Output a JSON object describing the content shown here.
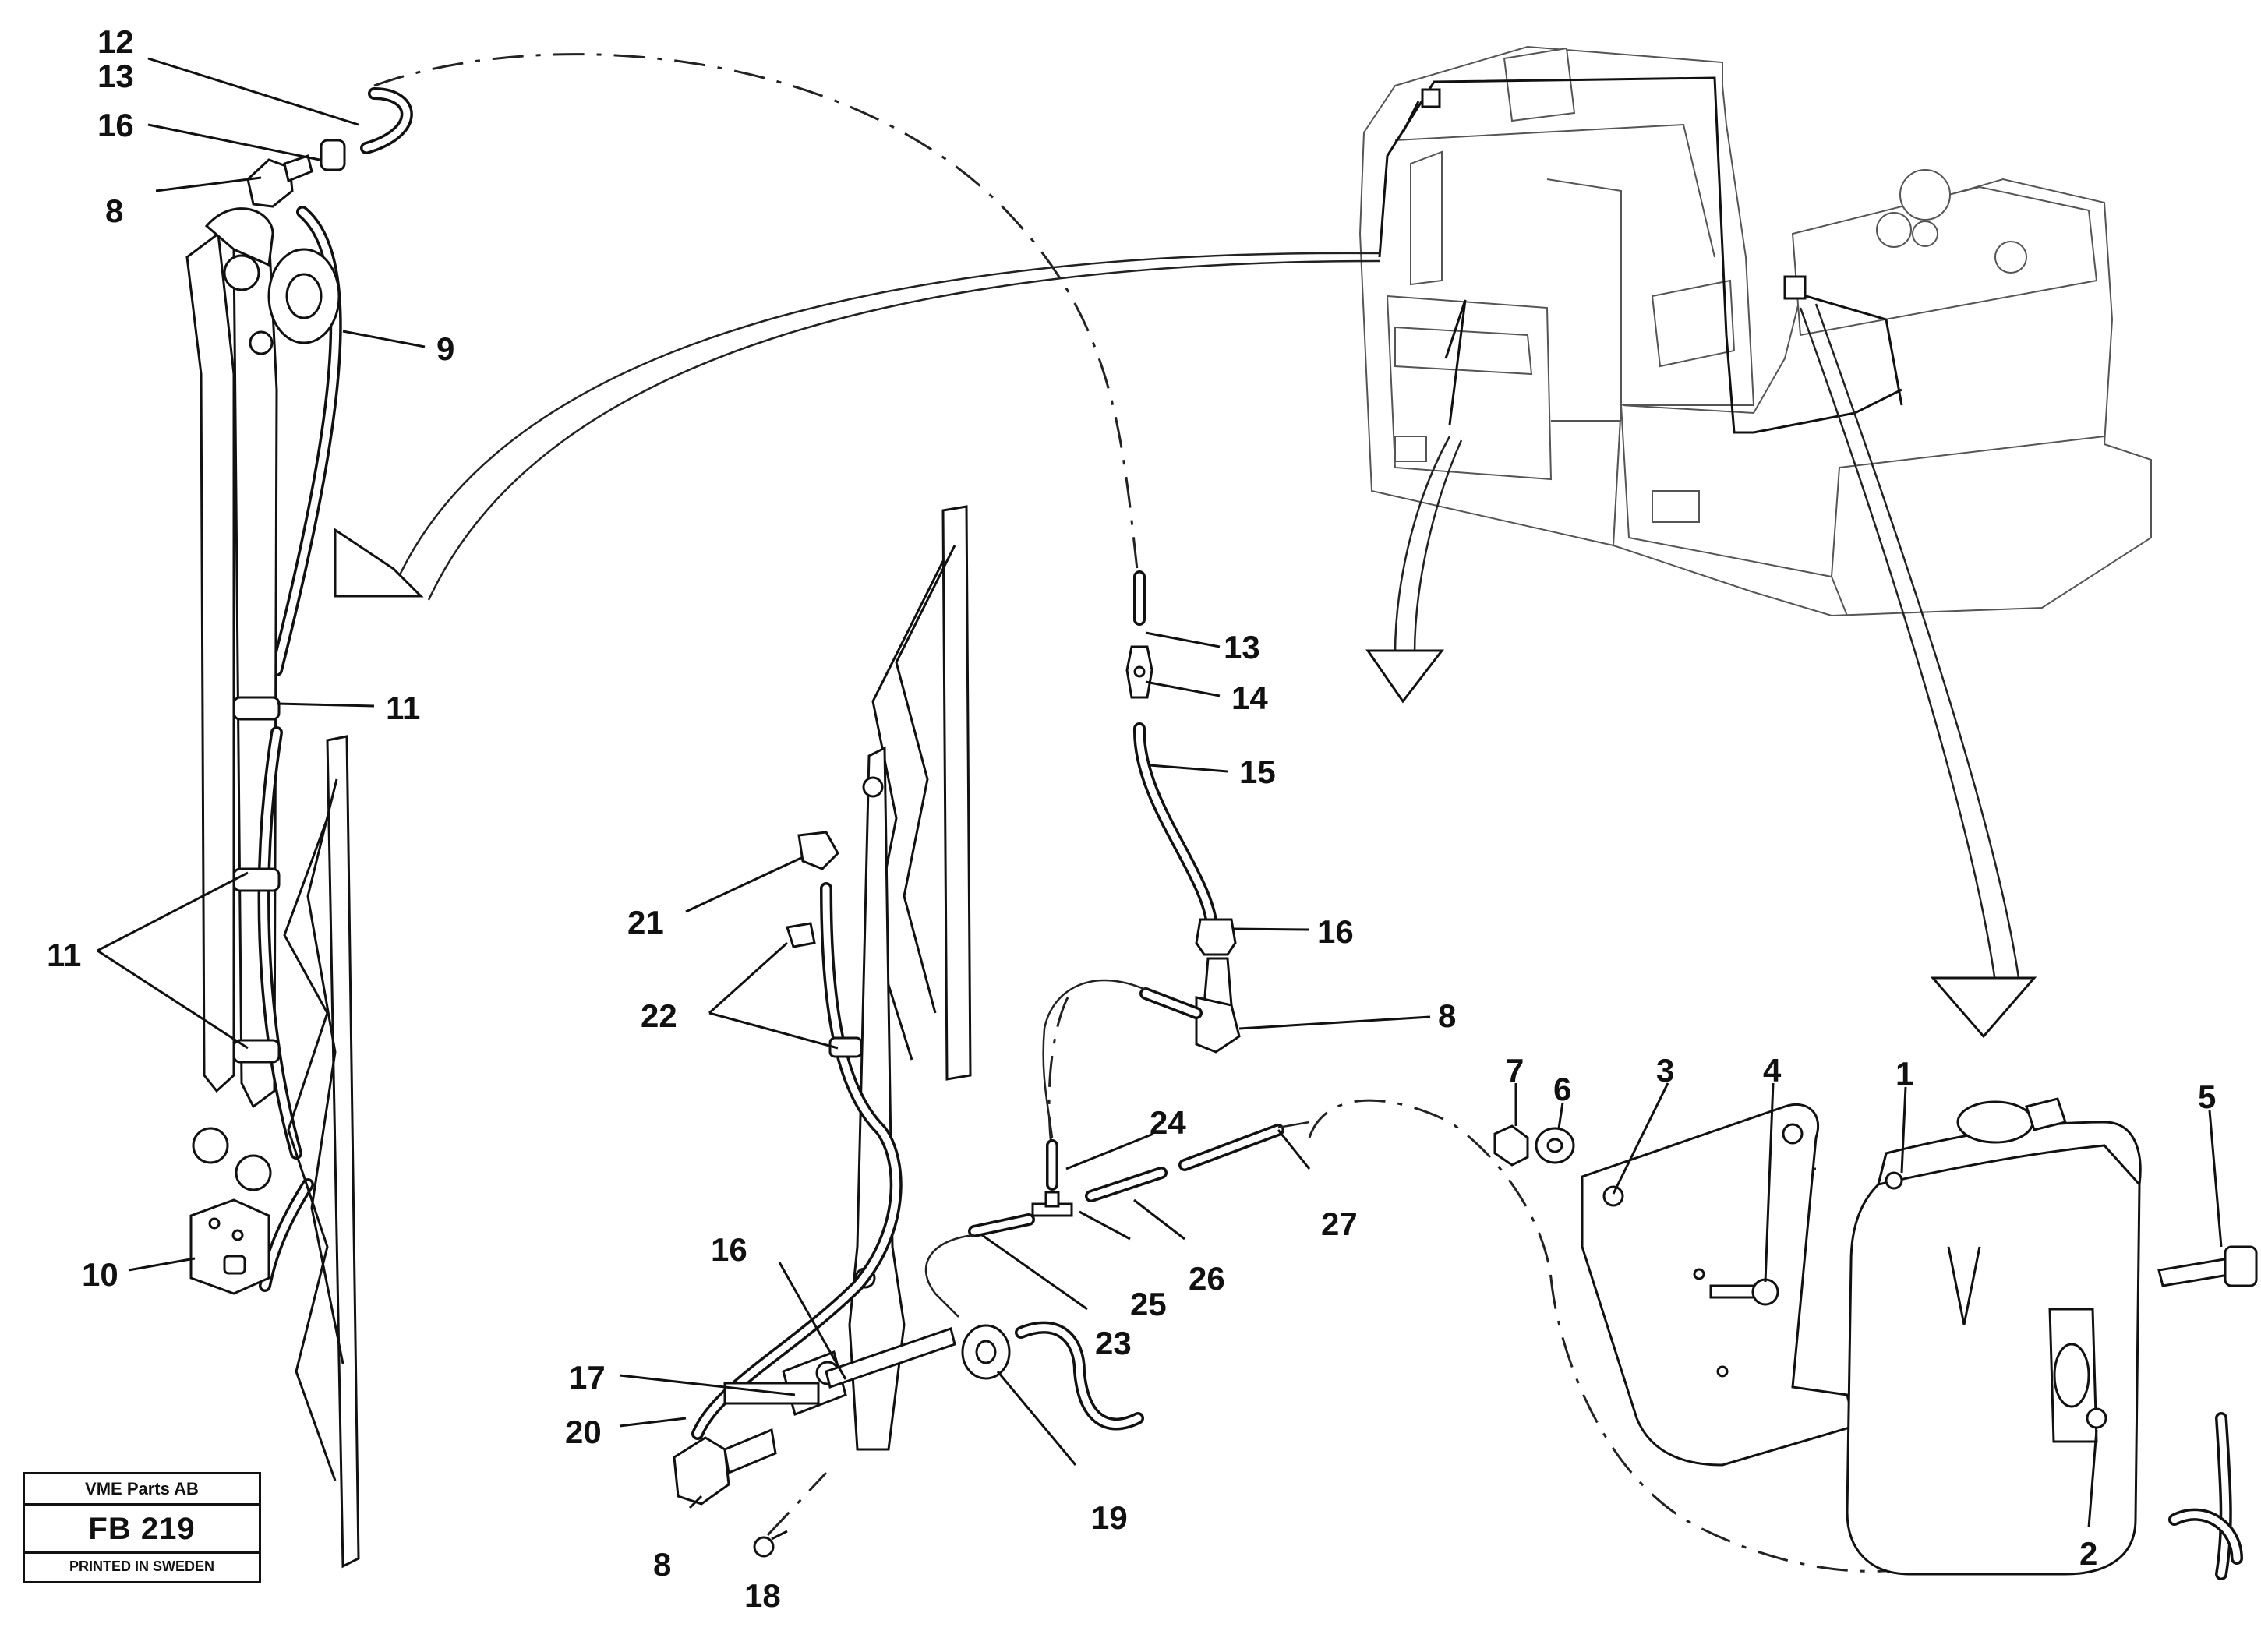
{
  "stamp": {
    "company": "VME Parts AB",
    "code": "FB 219",
    "printed": "PRINTED IN SWEDEN"
  },
  "callouts": {
    "c12": "12",
    "c13a": "13",
    "c16a": "16",
    "c8a": "8",
    "c9": "9",
    "c11a": "11",
    "c11b": "11",
    "c10": "10",
    "c13b": "13",
    "c14": "14",
    "c15": "15",
    "c16b": "16",
    "c8b": "8",
    "c21": "21",
    "c22": "22",
    "c24": "24",
    "c27": "27",
    "c26": "26",
    "c25": "25",
    "c23": "23",
    "c16c": "16",
    "c17": "17",
    "c20": "20",
    "c8c": "8",
    "c18": "18",
    "c19": "19",
    "c7": "7",
    "c6": "6",
    "c3": "3",
    "c4": "4",
    "c1": "1",
    "c5": "5",
    "c2": "2"
  }
}
